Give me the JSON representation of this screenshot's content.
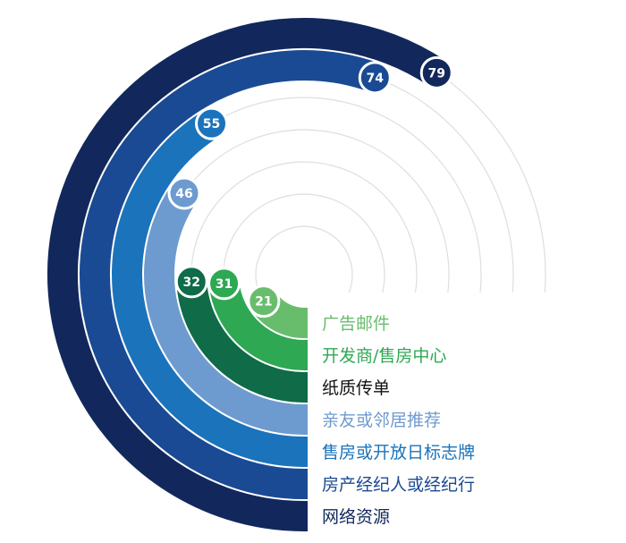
{
  "chart_data": {
    "type": "radial-bar",
    "series": [
      {
        "label": "网络资源",
        "value": 79,
        "color": "#12285c"
      },
      {
        "label": "房产经纪人或经纪行",
        "value": 74,
        "color": "#1a4a93"
      },
      {
        "label": "售房或开放日标志牌",
        "value": 55,
        "color": "#1b73bb"
      },
      {
        "label": "亲友或邻居推荐",
        "value": 46,
        "color": "#6e9bcf"
      },
      {
        "label": "纸质传单",
        "value": 32,
        "color": "#0f6b48"
      },
      {
        "label": "开发商/售房中心",
        "value": 31,
        "color": "#2ea853"
      },
      {
        "label": "广告邮件",
        "value": 21,
        "color": "#68bd6d"
      }
    ],
    "max_value": 100,
    "grid": true,
    "text_color_overrides": {
      "纸质传单": "#111111"
    }
  }
}
